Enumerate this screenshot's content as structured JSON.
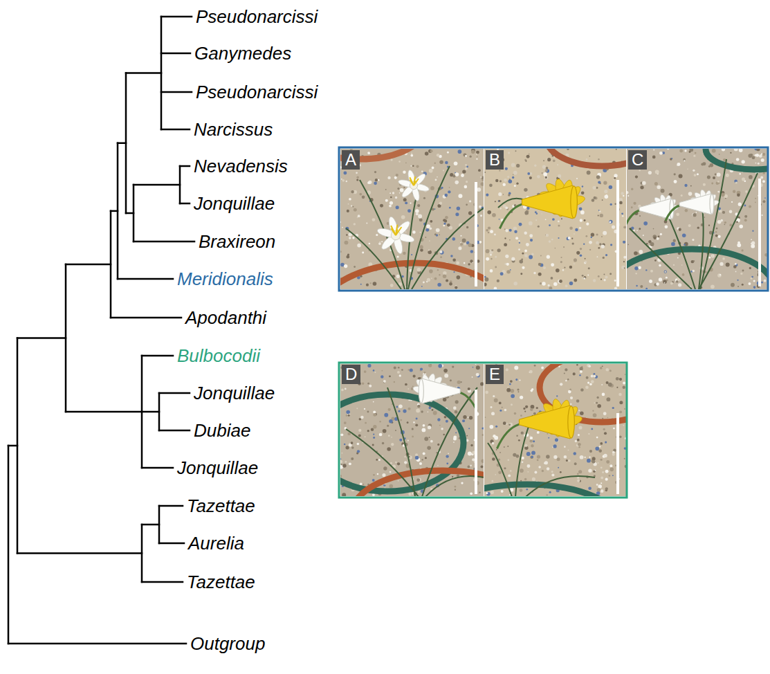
{
  "diagram": {
    "nodes": [
      {
        "text": [
          "A"
        ]
      },
      {
        "text": [
          "B"
        ]
      },
      {
        "text": [
          "C"
        ]
      },
      {
        "text": [
          "D"
        ]
      },
      {
        "text": [
          "E"
        ]
      }
    ],
    "labels": [
      "Pseudonarcissi",
      "Ganymedes",
      "Pseudonarcissi",
      "Narcissus",
      "Nevadensis",
      "Jonquillae",
      "Braxireon",
      "Meridionalis",
      "Apodanthi",
      "Bulbocodii",
      "Jonquillae",
      "Dubiae",
      "Jonquillae",
      "Tazettae",
      "Aurelia",
      "Tazettae",
      "Outgroup"
    ]
  }
}
